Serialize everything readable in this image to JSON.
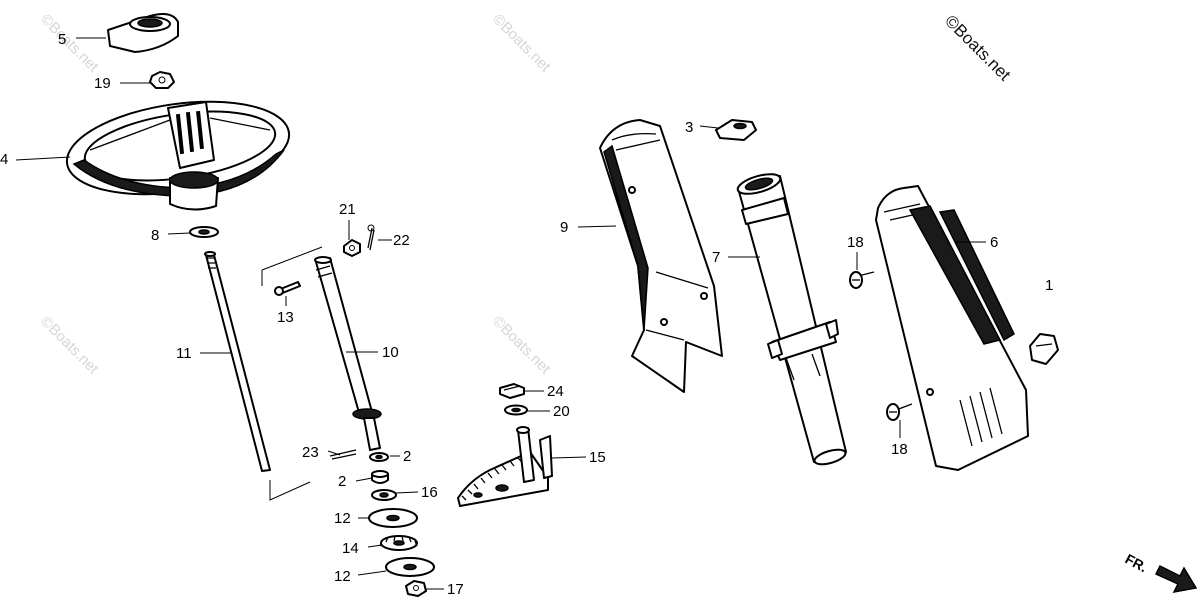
{
  "diagram": {
    "watermark_main": "©Boats.net",
    "watermark_faint": "©Boats.net",
    "direction_label": "FR.",
    "callouts": {
      "c1": "1",
      "c2a": "2",
      "c2b": "2",
      "c3": "3",
      "c4": "4",
      "c5": "5",
      "c6": "6",
      "c7": "7",
      "c8": "8",
      "c9": "9",
      "c10": "10",
      "c11": "11",
      "c12a": "12",
      "c12b": "12",
      "c13": "13",
      "c14": "14",
      "c15": "15",
      "c16": "16",
      "c17": "17",
      "c18a": "18",
      "c18b": "18",
      "c19": "19",
      "c20": "20",
      "c21": "21",
      "c22": "22",
      "c23": "23",
      "c24": "24"
    }
  }
}
